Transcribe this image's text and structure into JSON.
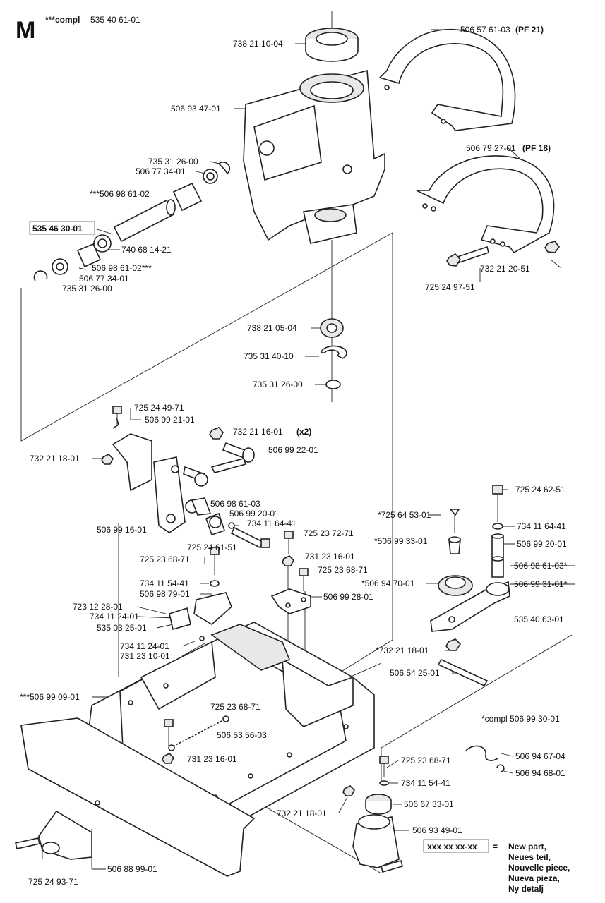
{
  "header": {
    "section_letter": "M",
    "compl_prefix": "***compl",
    "compl_number": "535 40 61-01"
  },
  "labels": {
    "l_738_21_10_04": "738 21 10-04",
    "l_506_57_61_03": "506 57 61-03",
    "l_pf21": "(PF 21)",
    "l_506_93_47_01": "506 93 47-01",
    "l_506_79_27_01": "506 79 27-01",
    "l_pf18": "(PF 18)",
    "l_735_31_26_00_a": "735 31 26-00",
    "l_506_77_34_01_a": "506 77 34-01",
    "l_506_98_61_02_a": "***506 98 61-02",
    "l_535_46_30_01": "535 46 30-01",
    "l_740_68_14_21": "740 68 14-21",
    "l_506_98_61_02_b": "506 98 61-02***",
    "l_506_77_34_01_b": "506 77 34-01",
    "l_735_31_26_00_b": "735 31 26-00",
    "l_732_21_20_51": "732 21 20-51",
    "l_725_24_97_51": "725 24 97-51",
    "l_738_21_05_04": "738 21 05-04",
    "l_735_31_40_10": "735 31 40-10",
    "l_735_31_26_00_c": "735 31 26-00",
    "l_725_24_49_71": "725 24 49-71",
    "l_506_99_21_01": "506 99 21-01",
    "l_732_21_16_01": "732 21 16-01",
    "l_x2": "(x2)",
    "l_506_99_22_01": "506 99 22-01",
    "l_732_21_18_01_a": "732 21 18-01",
    "l_725_24_62_51": "725 24 62-51",
    "l_506_98_61_03_a": "506 98 61-03",
    "l_506_99_20_01_a": "506 99 20-01",
    "l_734_11_64_41_a": "734 11 64-41",
    "l_506_99_16_01": "506 99 16-01",
    "l_725_24_61_51": "725 24 61-51",
    "l_725_23_72_71": "725 23 72-71",
    "l_725_64_53_01": "*725 64 53-01",
    "l_734_11_64_41_b": "734 11 64-41",
    "l_506_99_33_01": "*506 99 33-01",
    "l_506_99_20_01_b": "506 99 20-01",
    "l_725_23_68_71_a": "725 23 68-71",
    "l_731_23_16_01_a": "731 23 16-01",
    "l_725_23_68_71_b": "725 23 68-71",
    "l_506_98_61_03_b": "506 98 61-03*",
    "l_734_11_54_41_a": "734 11 54-41",
    "l_506_98_79_01": "506 98 79-01",
    "l_506_94_70_01": "*506 94 70-01",
    "l_506_99_31_01": "506 99 31-01*",
    "l_506_99_28_01": "506 99 28-01",
    "l_723_12_28_01": "723 12 28-01",
    "l_734_11_24_01_a": "734 11 24-01",
    "l_535_03_25_01": "535 03 25-01",
    "l_535_40_63_01": "535 40 63-01",
    "l_734_11_24_01_b": "734 11 24-01",
    "l_731_23_10_01": "731 23 10-01",
    "l_732_21_18_01_b": "*732 21 18-01",
    "l_506_54_25_01": "506 54 25-01",
    "l_506_99_09_01": "***506 99 09-01",
    "l_725_23_68_71_c": "725 23 68-71",
    "l_compl_506_99_30_01": "*compl 506 99 30-01",
    "l_506_53_56_03": "506 53 56-03",
    "l_506_94_67_04": "506 94 67-04",
    "l_731_23_16_01_b": "731 23 16-01",
    "l_725_23_68_71_d": "725 23 68-71",
    "l_506_94_68_01": "506 94 68-01",
    "l_734_11_54_41_b": "734 11 54-41",
    "l_732_21_18_01_c": "732 21 18-01",
    "l_506_67_33_01": "506 67 33-01",
    "l_506_93_49_01": "506 93 49-01",
    "l_725_24_93_71": "725 24 93-71",
    "l_506_88_99_01": "506 88 99-01"
  },
  "legend": {
    "code": "xxx xx xx-xx",
    "equals": "=",
    "lines": [
      "New part,",
      "Neues teil,",
      "Nouvelle piece,",
      "Nueva pieza,",
      "Ny detalj"
    ]
  }
}
